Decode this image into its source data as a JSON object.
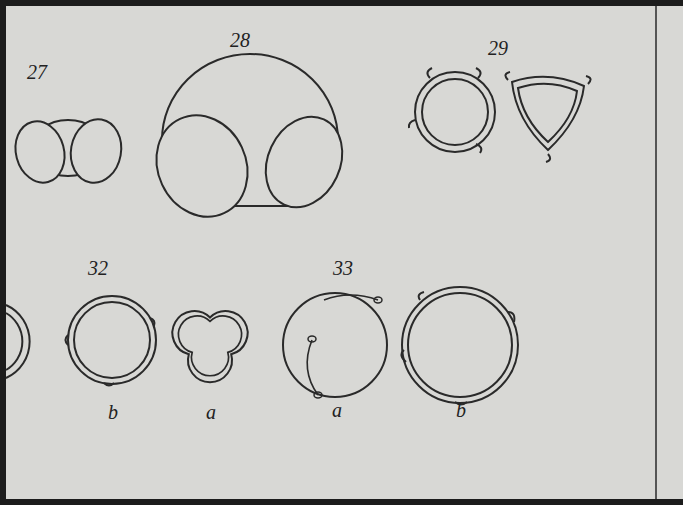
{
  "diagram": {
    "labels": [
      "27",
      "28",
      "29",
      "32",
      "33",
      "b",
      "a",
      "a",
      "b"
    ]
  }
}
